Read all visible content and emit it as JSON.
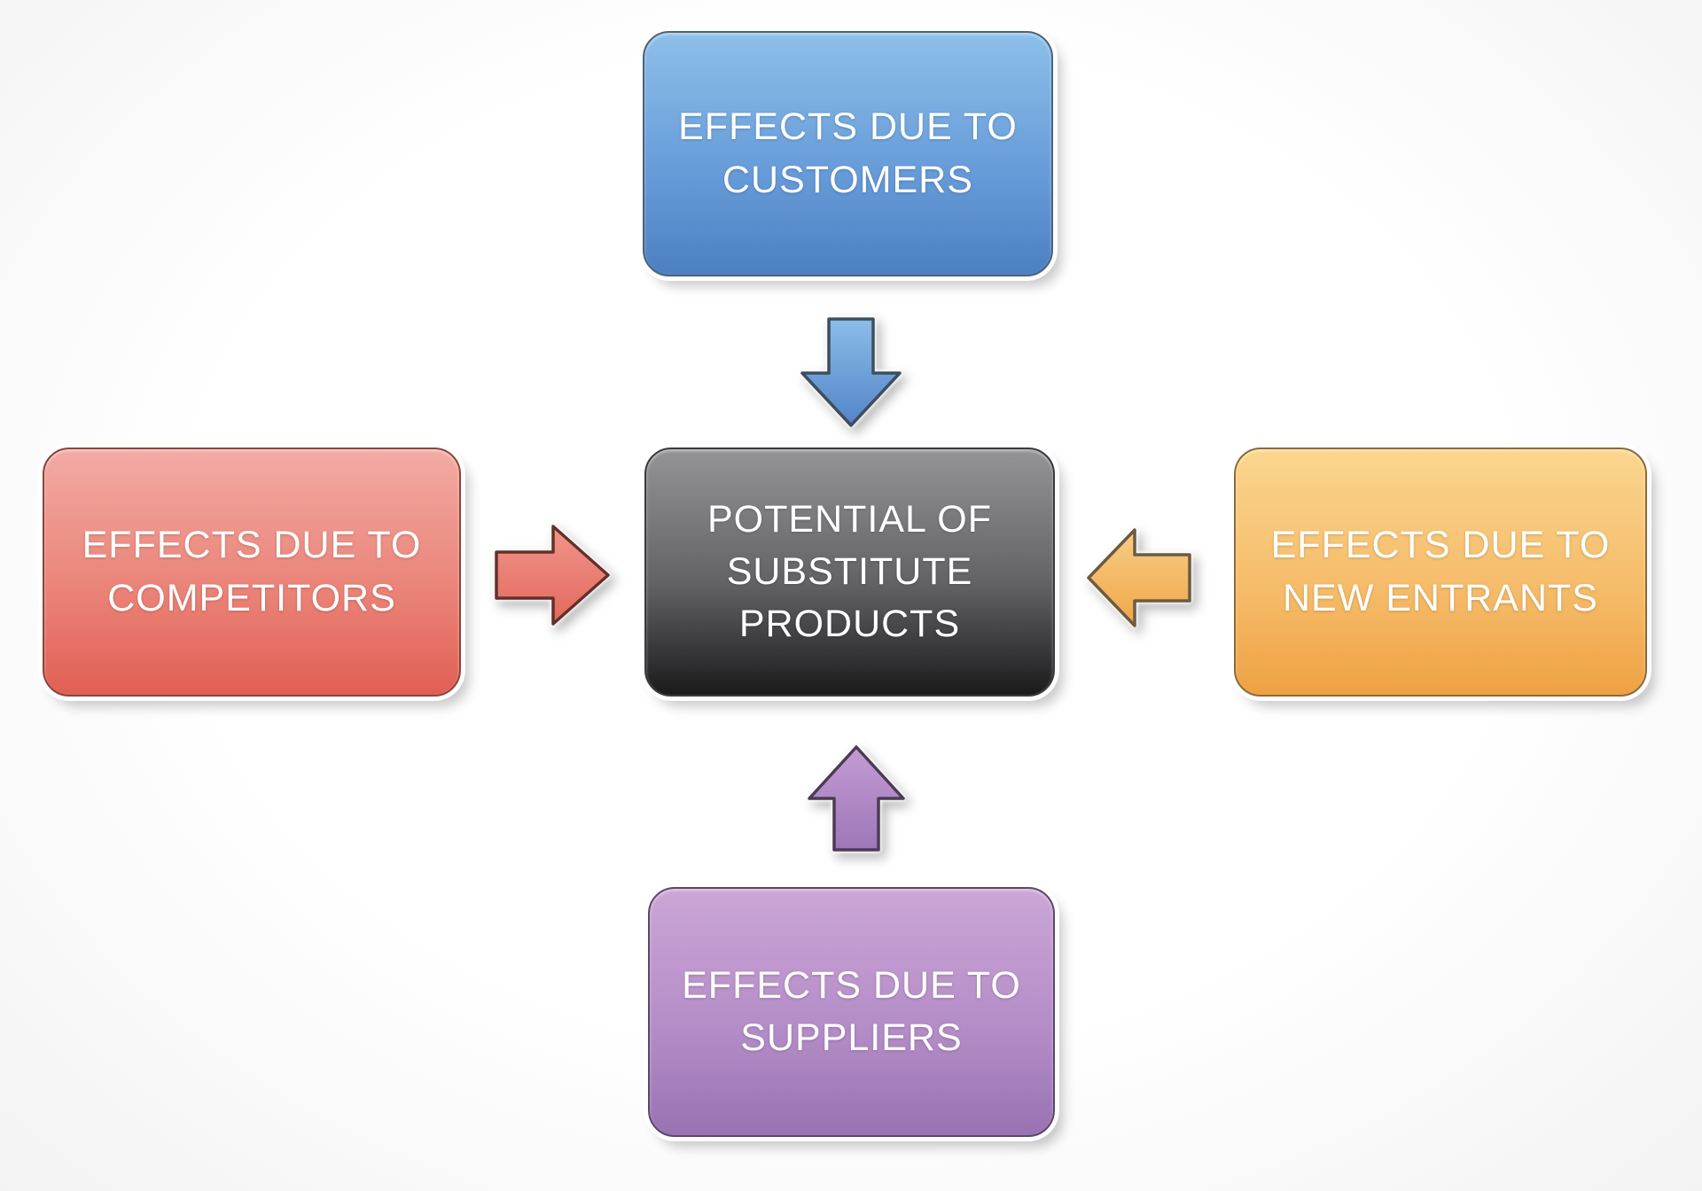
{
  "diagram": {
    "type": "hub-and-spoke-relationship-diagram",
    "nodes": {
      "customers": {
        "lines": [
          "EFFECTS DUE TO",
          "CUSTOMERS"
        ],
        "fill": [
          "#8dbfe9 0%",
          "#659ad8 60%",
          "#4d7fc1 100%"
        ],
        "border": "#4e6277"
      },
      "competitors": {
        "lines": [
          "EFFECTS DUE TO",
          "COMPETITORS"
        ],
        "fill": [
          "#f2aba3 0%",
          "#ea8176 60%",
          "#e05f53 100%"
        ],
        "border": "#84473f"
      },
      "center": {
        "lines": [
          "POTENTIAL OF",
          "SUBSTITUTE",
          "PRODUCTS"
        ],
        "fill": [
          "#949497 0%",
          "#626265 55%",
          "#1b1b1c 100%"
        ],
        "border": "#3a3a3e"
      },
      "new_entrants": {
        "lines": [
          "EFFECTS DUE TO",
          "NEW ENTRANTS"
        ],
        "fill": [
          "#fad68f 0%",
          "#f5ba67 60%",
          "#efa143 100%"
        ],
        "border": "#8d6a36"
      },
      "suppliers": {
        "lines": [
          "EFFECTS DUE TO",
          "SUPPLIERS"
        ],
        "fill": [
          "#cba6d6 0%",
          "#b28bc6 60%",
          "#9872b2 100%"
        ],
        "border": "#5d4669"
      }
    },
    "arrows": {
      "customers_to_center": {
        "direction": "down",
        "fill_top": "#8abde9",
        "fill_bottom": "#5484c8",
        "outline": "#3f4e5c"
      },
      "competitors_to_center": {
        "direction": "right",
        "fill_top": "#f0958b",
        "fill_bottom": "#e3685c",
        "outline": "#63302a"
      },
      "new_entrants_to_center": {
        "direction": "left",
        "fill_top": "#f8cd84",
        "fill_bottom": "#efa648",
        "outline": "#6d5a41"
      },
      "suppliers_to_center": {
        "direction": "up",
        "fill_top": "#c49bd4",
        "fill_bottom": "#9d77b7",
        "outline": "#4b3b55"
      }
    }
  }
}
